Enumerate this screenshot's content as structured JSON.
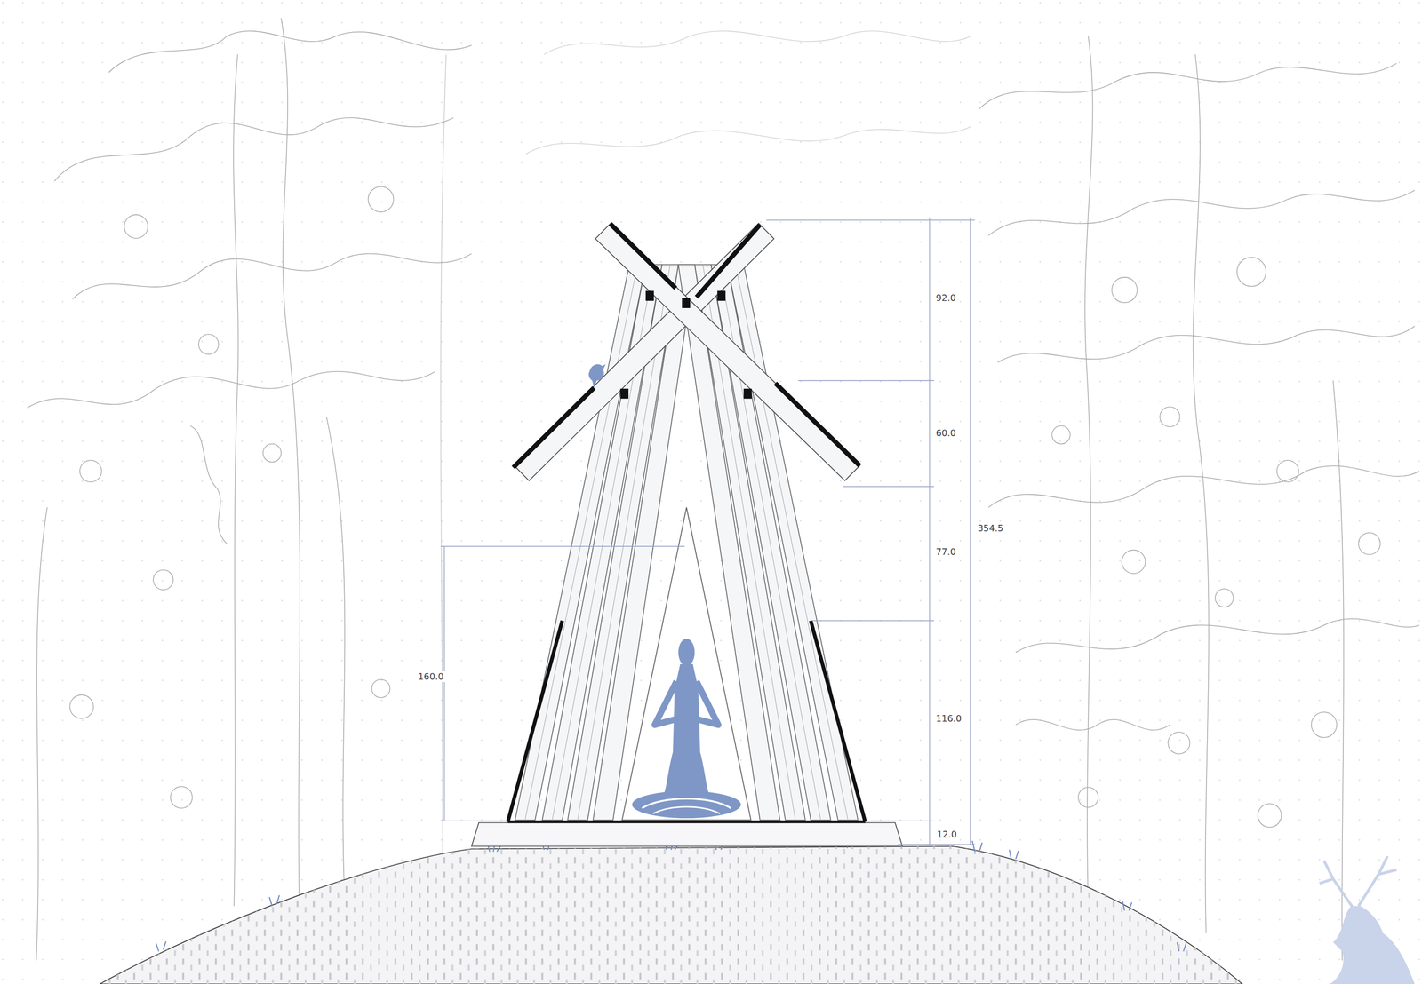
{
  "diagram": {
    "labels": [
      "92.0",
      "60.0",
      "354.5",
      "77.0",
      "160.0",
      "116.0",
      "12.0"
    ]
  }
}
